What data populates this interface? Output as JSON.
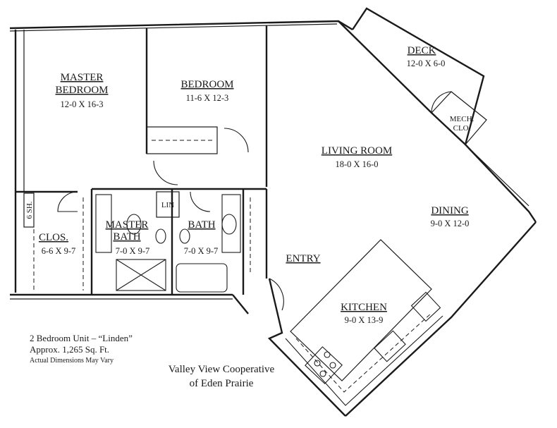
{
  "rooms": {
    "master_bedroom": {
      "name_line1": "MASTER",
      "name_line2": "BEDROOM",
      "dims": "12-0 X 16-3"
    },
    "bedroom": {
      "name": "BEDROOM",
      "dims": "11-6 X 12-3"
    },
    "deck": {
      "name": "DECK",
      "dims": "12-0 X 6-0"
    },
    "mech_clo": {
      "name_line1": "MECH.",
      "name_line2": "CLO."
    },
    "living_room": {
      "name": "LIVING ROOM",
      "dims": "18-0 X 16-0"
    },
    "dining": {
      "name": "DINING",
      "dims": "9-0 X 12-0"
    },
    "entry": {
      "name": "ENTRY"
    },
    "kitchen": {
      "name": "KITCHEN",
      "dims": "9-0 X 13-9"
    },
    "closet": {
      "name": "CLOS.",
      "dims": "6-6 X 9-7"
    },
    "shelf": {
      "name": "6 SH."
    },
    "master_bath": {
      "name_line1": "MASTER",
      "name_line2": "BATH",
      "dims": "7-0 X 9-7"
    },
    "bath": {
      "name": "BATH",
      "dims": "7-0 X 9-7"
    },
    "linen": {
      "name": "LIN"
    }
  },
  "notes": {
    "unit": "2 Bedroom Unit – “Linden”",
    "size": "Approx. 1,265 Sq. Ft.",
    "disclaimer": "Actual Dimensions May Vary"
  },
  "cooperative": {
    "line1": "Valley View Cooperative",
    "line2": "of Eden Prairie"
  }
}
